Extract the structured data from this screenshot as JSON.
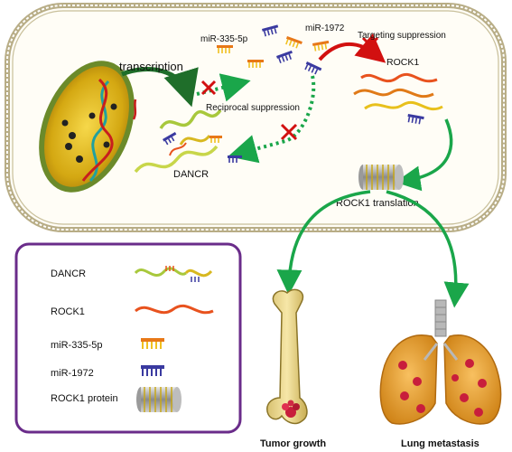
{
  "labels": {
    "transcription": "transcription",
    "mir335": "miR-335-5p",
    "mir1972": "miR-1972",
    "targeting": "Targeting suppression",
    "rock1": "ROCK1",
    "reciprocal": "Reciprocal suppression",
    "dancr": "DANCR",
    "rock1_translation": "ROCK1 translation",
    "tumor_growth": "Tumor growth",
    "lung_metastasis": "Lung metastasis"
  },
  "legend": {
    "items": [
      {
        "label": "DANCR",
        "icon": "dancr-rna-icon"
      },
      {
        "label": "ROCK1",
        "icon": "rock1-mrna-icon"
      },
      {
        "label": "miR-335-5p",
        "icon": "mir-335-5p-icon"
      },
      {
        "label": "miR-1972",
        "icon": "mir-1972-icon"
      },
      {
        "label": "ROCK1 protein",
        "icon": "rock1-protein-icon"
      }
    ]
  },
  "colors": {
    "cell_border": "#b8ad86",
    "nucleus": "#d4aa10",
    "dancr_rna": "#a8c83c",
    "rock1_mrna": "#e8521e",
    "mir335": "#e87818",
    "mir1972": "#3a3aa0",
    "arrow_green": "#1aa64a",
    "arrow_red": "#d21010",
    "legend_border": "#6a2c8a"
  }
}
